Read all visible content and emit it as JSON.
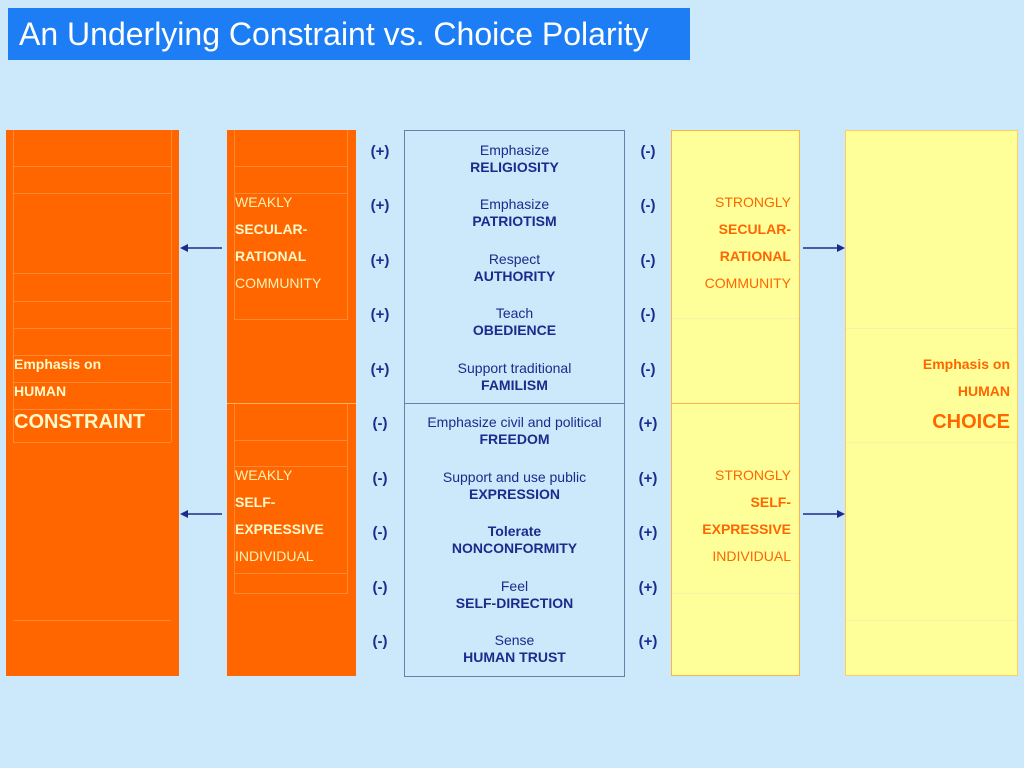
{
  "title": "An Underlying Constraint vs. Choice Polarity",
  "left_outer": {
    "line1": "Emphasis on",
    "line2": "HUMAN",
    "line3": "CONSTRAINT"
  },
  "right_outer": {
    "line1": "Emphasis on",
    "line2": "HUMAN",
    "line3": "CHOICE"
  },
  "left_top": {
    "l1": "WEAKLY",
    "l2": "SECULAR-",
    "l3": "RATIONAL",
    "l4": "COMMUNITY"
  },
  "left_bottom": {
    "l1": "WEAKLY",
    "l2": "SELF-",
    "l3": "EXPRESSIVE",
    "l4": "INDIVIDUAL"
  },
  "right_top": {
    "l1": "STRONGLY",
    "l2": "SECULAR-",
    "l3": "RATIONAL",
    "l4": "COMMUNITY"
  },
  "right_bottom": {
    "l1": "STRONGLY",
    "l2": "SELF-",
    "l3": "EXPRESSIVE",
    "l4": "INDIVIDUAL"
  },
  "items": [
    {
      "verb": "Emphasize",
      "noun": "RELIGIOSITY",
      "left_sign": "(+)",
      "right_sign": "(-)"
    },
    {
      "verb": "Emphasize",
      "noun": "PATRIOTISM",
      "left_sign": "(+)",
      "right_sign": "(-)"
    },
    {
      "verb": "Respect",
      "noun": "AUTHORITY",
      "left_sign": "(+)",
      "right_sign": "(-)"
    },
    {
      "verb": "Teach",
      "noun": "OBEDIENCE",
      "left_sign": "(+)",
      "right_sign": "(-)"
    },
    {
      "verb": "Support traditional",
      "noun": "FAMILISM",
      "left_sign": "(+)",
      "right_sign": "(-)"
    },
    {
      "verb": "Emphasize civil and political",
      "noun": "FREEDOM",
      "left_sign": "(-)",
      "right_sign": "(+)"
    },
    {
      "verb": "Support and use public",
      "noun": "EXPRESSION",
      "left_sign": "(-)",
      "right_sign": "(+)"
    },
    {
      "verb": "Tolerate",
      "noun": "NONCONFORMITY",
      "left_sign": "(-)",
      "right_sign": "(+)"
    },
    {
      "verb": "Feel",
      "noun": "SELF-DIRECTION",
      "left_sign": "(-)",
      "right_sign": "(+)"
    },
    {
      "verb": "Sense",
      "noun": "HUMAN TRUST",
      "left_sign": "(-)",
      "right_sign": "(+)"
    }
  ],
  "colors": {
    "background": "#cce8fb",
    "title_bar": "#1c7df5",
    "orange": "#ff6600",
    "yellow": "#ffff99",
    "text_blue": "#1d2a8c"
  }
}
